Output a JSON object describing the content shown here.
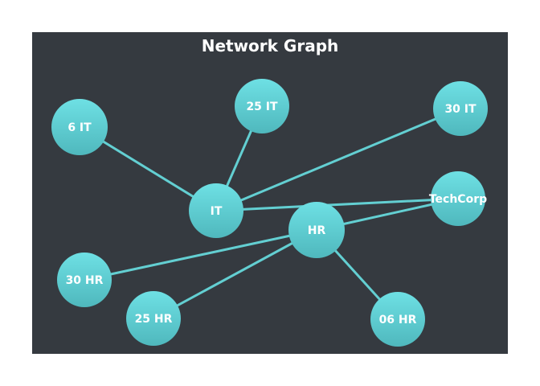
{
  "title": "Network Graph",
  "colors": {
    "background": "#353a40",
    "node_top": "#6ee0e4",
    "node_bottom": "#4fb8bd",
    "edge": "#63cfd2",
    "label": "#ffffff"
  },
  "nodes": [
    {
      "id": "it",
      "label": "IT"
    },
    {
      "id": "hr",
      "label": "HR"
    },
    {
      "id": "techcorp",
      "label": "TechCorp"
    },
    {
      "id": "6it",
      "label": "6 IT"
    },
    {
      "id": "25it",
      "label": "25 IT"
    },
    {
      "id": "30it",
      "label": "30 IT"
    },
    {
      "id": "30hr",
      "label": "30 HR"
    },
    {
      "id": "25hr",
      "label": "25 HR"
    },
    {
      "id": "06hr",
      "label": "06 HR"
    }
  ],
  "edges": [
    {
      "source": "it",
      "target": "6it"
    },
    {
      "source": "it",
      "target": "25it"
    },
    {
      "source": "it",
      "target": "30it"
    },
    {
      "source": "it",
      "target": "techcorp"
    },
    {
      "source": "hr",
      "target": "techcorp"
    },
    {
      "source": "hr",
      "target": "30hr"
    },
    {
      "source": "hr",
      "target": "25hr"
    },
    {
      "source": "hr",
      "target": "06hr"
    }
  ]
}
